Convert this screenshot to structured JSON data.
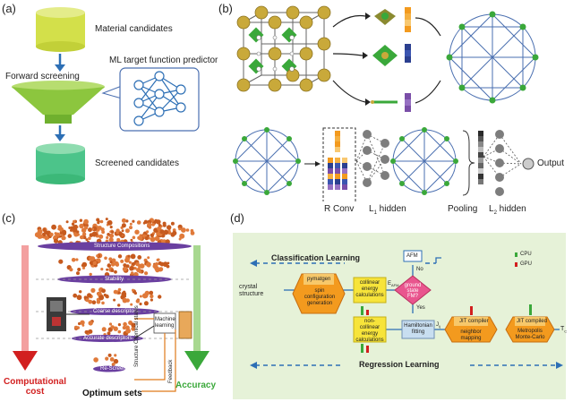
{
  "panel_a": {
    "label": "(a)",
    "material_candidates": "Material candidates",
    "forward_screening": "Forward screening",
    "ml_predictor": "ML target function predictor",
    "screened_candidates": "Screened candidates"
  },
  "panel_b": {
    "label": "(b)",
    "r_conv": "R Conv",
    "l1_hidden": "L",
    "l1_sub": "1",
    "l1_rest": " hidden",
    "pooling": "Pooling",
    "l2_hidden": "L",
    "l2_sub": "2",
    "l2_rest": " hidden",
    "output": "Output"
  },
  "panel_c": {
    "label": "(c)",
    "structure_compositions": "Structure Compositions",
    "stability": "Stability",
    "coarse_descriptors": "Coarse descriptors",
    "accurate_descriptors": "Accurate descriptors",
    "re_screening": "Re-Screening",
    "machine_learning": "Machine learning",
    "structure_chemical_states": "Structure Chemical states",
    "feedback": "Feedback",
    "computational_cost": "Computational cost",
    "optimum_sets": "Optimum sets",
    "accuracy": "Accuracy"
  },
  "panel_d": {
    "label": "(d)",
    "classification_learning": "Classification Learning",
    "regression_learning": "Regression Learning",
    "crystal_structure": "crystal structure",
    "pymatgen": "pymatgen",
    "spin_config": "spin configuration generation",
    "collinear": "collinear energy calculations",
    "e_afm": "E",
    "e_afm_sub": "AFM",
    "ground_state": "ground state FM?",
    "no": "No",
    "yes": "Yes",
    "afm": "AFM",
    "non_collinear": "non-collinear energy calculations",
    "hamiltonian": "Hamiltonian fitting",
    "j_ij": "J",
    "j_sub": "ij",
    "jit_compiler": "JIT compiler",
    "neighbor_mapping": "neighbor mapping",
    "jit_compiled": "JIT compiled",
    "metropolis": "Metropolis Monte-Carlo",
    "tc": "T",
    "tc_sub": "C",
    "cpu": "CPU",
    "gpu": "GPU"
  },
  "colors": {
    "cylinder_top": "#c8d832",
    "cylinder_bottom": "#3cb878",
    "funnel": "#8cc63e",
    "arrow_blue": "#2d6fb5",
    "network_node": "#3aa83a",
    "network_edge": "#4a6fb0",
    "panel_d_bg": "#e6f2d8",
    "hex_orange": "#f39a1e",
    "hex_yellow": "#f7e43a",
    "diamond_pink": "#e9558e",
    "red_text": "#d21f1f",
    "green_text": "#3aa83a"
  }
}
